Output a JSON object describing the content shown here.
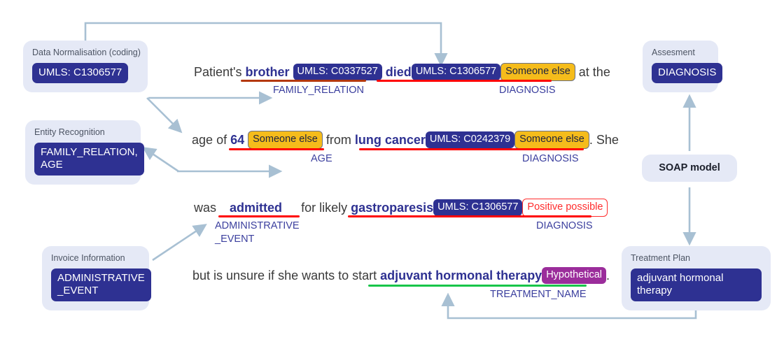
{
  "panels": {
    "normalisation": {
      "title": "Data Normalisation (coding)",
      "chip": "UMLS: C1306577"
    },
    "entity": {
      "title": "Entity Recognition",
      "chip": "FAMILY_RELATION,\nAGE"
    },
    "invoice": {
      "title": "Invoice Information",
      "chip": "ADMINISTRATIVE\n_EVENT"
    },
    "assessment": {
      "title": "Assesment",
      "chip": "DIAGNOSIS"
    },
    "treatment": {
      "title": "Treatment Plan",
      "chip": "adjuvant hormonal therapy"
    }
  },
  "soap_model": {
    "label": "SOAP model"
  },
  "text": {
    "line1": {
      "w1": "Patient's",
      "entity1": "brother",
      "badge1": "UMLS: C0337527",
      "entity2": "died",
      "badge2": "UMLS: C1306577",
      "badge3": "Someone else",
      "w2": "at the",
      "caption1": "FAMILY_RELATION",
      "caption2": "DIAGNOSIS"
    },
    "line2": {
      "w1": "age",
      "w2": "of",
      "entity1": "64",
      "badge1": "Someone else",
      "w3": "from",
      "entity2": "lung cancer",
      "badge2": "UMLS: C0242379",
      "badge3": "Someone else",
      "w4": ". She",
      "caption1": "AGE",
      "caption2": "DIAGNOSIS"
    },
    "line3": {
      "w1": "was",
      "entity1": "admitted",
      "w2": "for likely",
      "entity2": "gastroparesis",
      "badge1": "UMLS: C1306577",
      "badge2": "Positive possible",
      "caption1": "ADMINISTRATIVE\n_EVENT",
      "caption2": "DIAGNOSIS"
    },
    "line4": {
      "w1": "but is unsure if she wants to start",
      "entity1": "adjuvant hormonal therapy",
      "badge1": "Hypothetical",
      "w2": ".",
      "caption1": "TREATMENT_NAME"
    }
  },
  "colors": {
    "panel_bg": "#e5e9f6",
    "chip_bg": "#2e3192",
    "accent_blue": "#3b3f9e",
    "connector": "#a8c0d3",
    "underline_brown": "#b4380d",
    "underline_red": "#ff0000",
    "underline_green": "#18c54a",
    "badge_yellow": "#f5bc1b",
    "badge_purple": "#9b2d9b",
    "badge_red": "#ff2d2d"
  }
}
